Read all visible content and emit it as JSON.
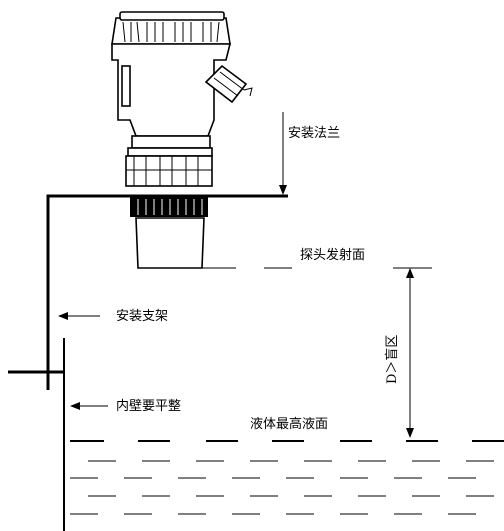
{
  "labels": {
    "flange": "安装法兰",
    "emitting_surface": "探头发射面",
    "bracket": "安装支架",
    "distance": "D＞盲区",
    "inner_wall": "内壁要平整",
    "max_level": "液体最高液面"
  },
  "colors": {
    "line": "#000000",
    "background": "#ffffff"
  }
}
